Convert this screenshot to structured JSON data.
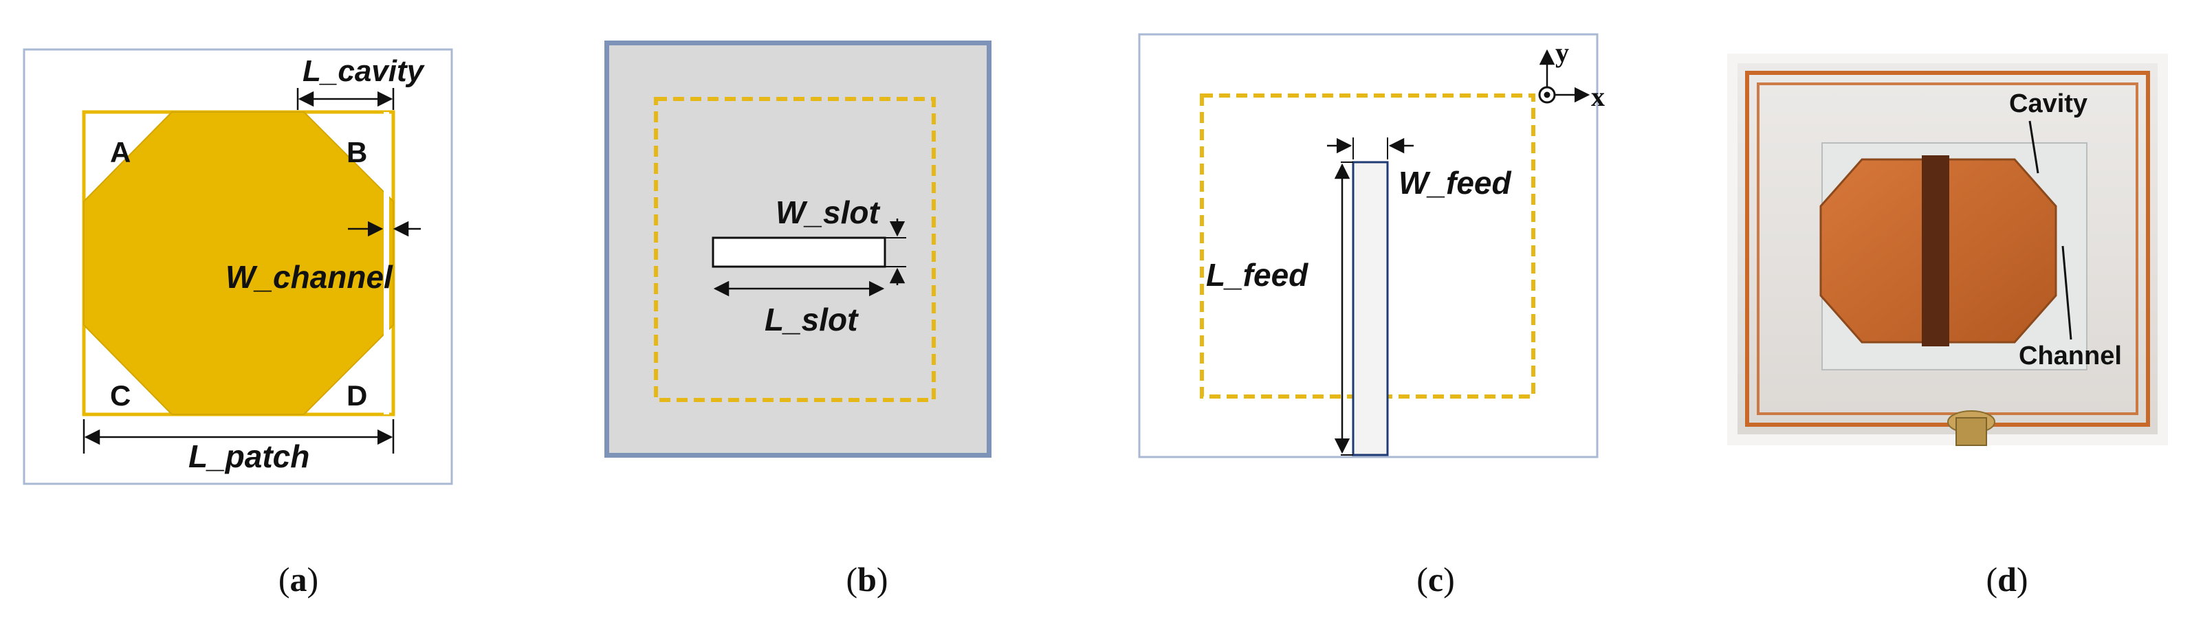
{
  "panel_a": {
    "corners": [
      "A",
      "B",
      "C",
      "D"
    ],
    "l_cavity": "L_cavity",
    "w_channel": "W_channel",
    "l_patch": "L_patch"
  },
  "panel_b": {
    "w_slot": "W_slot",
    "l_slot": "L_slot"
  },
  "panel_c": {
    "axis_y": "y",
    "axis_x": "x",
    "w_feed": "W_feed",
    "l_feed": "L_feed"
  },
  "panel_d": {
    "cavity": "Cavity",
    "channel": "Channel"
  },
  "captions": [
    {
      "open": "(",
      "letter": "a",
      "close": ")"
    },
    {
      "open": "(",
      "letter": "b",
      "close": ")"
    },
    {
      "open": "(",
      "letter": "c",
      "close": ")"
    },
    {
      "open": "(",
      "letter": "d",
      "close": ")"
    }
  ],
  "colors": {
    "patch_gold": "#E8B800",
    "substrate_gray": "#D9D9D9",
    "frame_blue": "#7D93B8",
    "copper": "#C8692A",
    "dashed_gold": "#E6B817"
  }
}
